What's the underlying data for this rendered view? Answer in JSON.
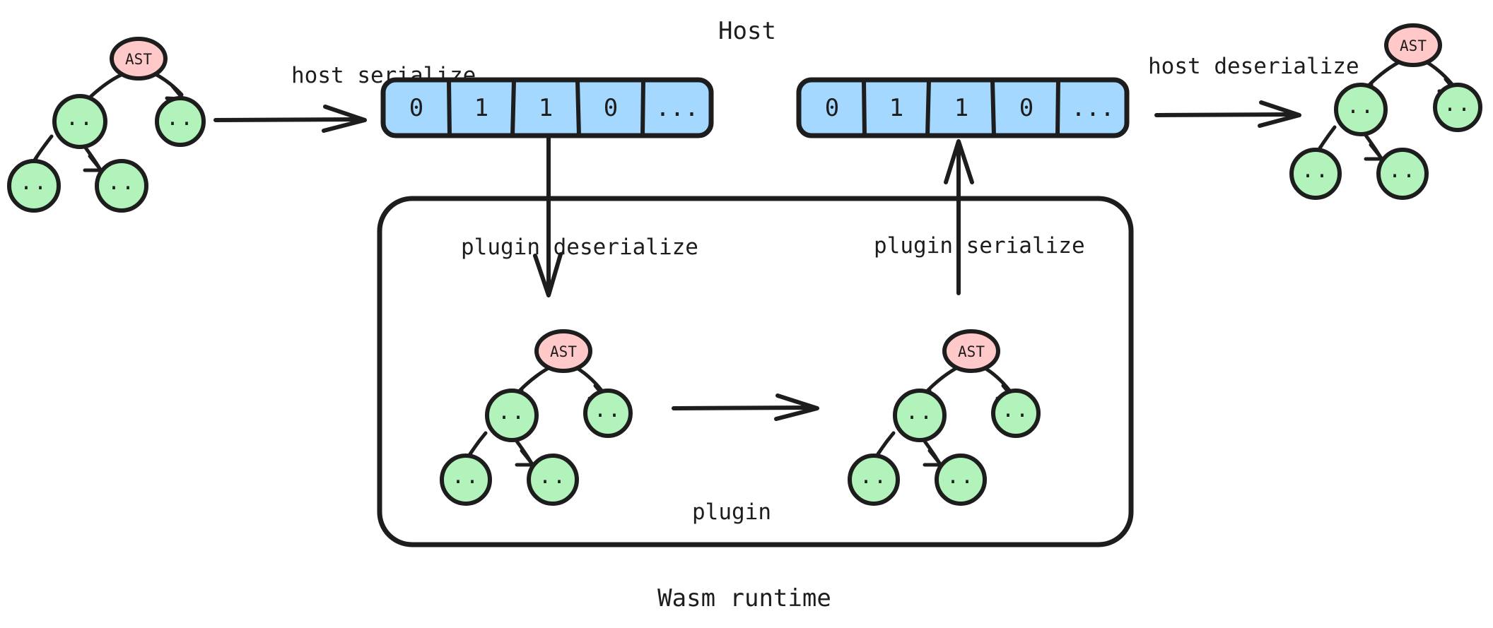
{
  "diagram": {
    "title_top": "Host",
    "title_bottom": "Wasm runtime",
    "container_label": "plugin",
    "colors": {
      "ink": "#1d1d1d",
      "ast_node": "#ffc9c9",
      "tree_node": "#b2f2bb",
      "byte_cell": "#a5d8ff",
      "background": "#ffffff"
    },
    "edge_labels": {
      "host_serialize": "host serialize",
      "host_deserialize": "host deserialize",
      "plugin_deserialize": "plugin deserialize",
      "plugin_serialize": "plugin serialize"
    },
    "node_labels": {
      "root": "AST",
      "child": ".."
    },
    "byte_arrays": [
      {
        "name": "host-output-bytes",
        "cells": [
          "0",
          "1",
          "1",
          "0",
          "..."
        ]
      },
      {
        "name": "plugin-output-bytes",
        "cells": [
          "0",
          "1",
          "1",
          "0",
          "..."
        ]
      }
    ],
    "trees": [
      {
        "name": "host-input-ast",
        "root": "AST",
        "children": [
          "..",
          ".."
        ],
        "grandchildren": [
          "..",
          ".."
        ]
      },
      {
        "name": "plugin-input-ast",
        "root": "AST",
        "children": [
          "..",
          ".."
        ],
        "grandchildren": [
          "..",
          ".."
        ]
      },
      {
        "name": "plugin-output-ast",
        "root": "AST",
        "children": [
          "..",
          ".."
        ],
        "grandchildren": [
          "..",
          ".."
        ]
      },
      {
        "name": "host-output-ast",
        "root": "AST",
        "children": [
          "..",
          ".."
        ],
        "grandchildren": [
          "..",
          ".."
        ]
      }
    ]
  }
}
